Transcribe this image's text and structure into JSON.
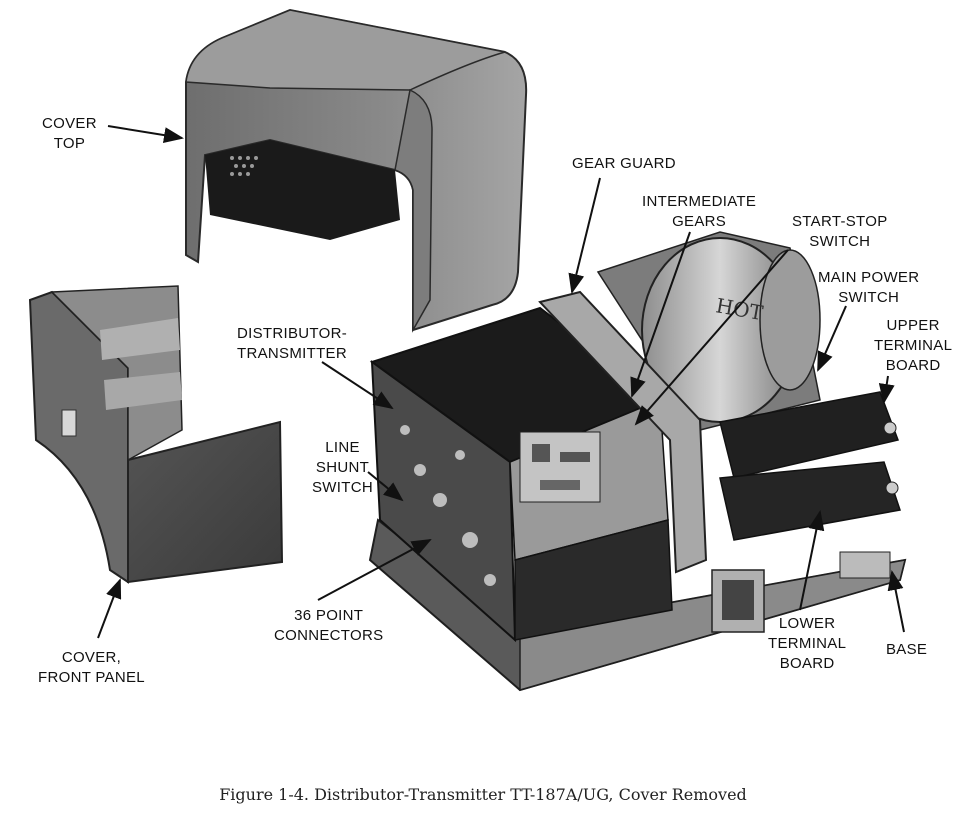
{
  "figure": {
    "caption": "Figure 1-4. Distributor-Transmitter TT-187A/UG, Cover Removed",
    "motor_stamp": "HOT"
  },
  "labels": {
    "cover_top": "COVER\nTOP",
    "cover_front_panel": "COVER,\nFRONT PANEL",
    "distributor_transmitter": "DISTRIBUTOR-\nTRANSMITTER",
    "line_shunt_switch": "LINE\nSHUNT\nSWITCH",
    "point_connectors": "36 POINT\nCONNECTORS",
    "gear_guard": "GEAR GUARD",
    "intermediate_gears": "INTERMEDIATE\nGEARS",
    "start_stop_switch": "START-STOP\nSWITCH",
    "main_power_switch": "MAIN POWER\nSWITCH",
    "upper_terminal_board": "UPPER\nTERMINAL\nBOARD",
    "lower_terminal_board": "LOWER\nTERMINAL\nBOARD",
    "base": "BASE"
  }
}
